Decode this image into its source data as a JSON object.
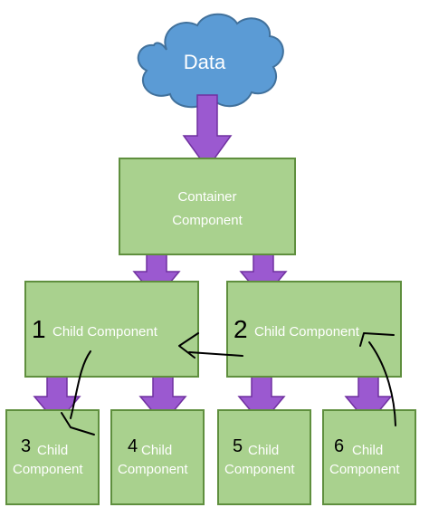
{
  "cloud": {
    "label": "Data",
    "fill": "#5b9bd5",
    "stroke": "#41719c"
  },
  "container": {
    "line1": "Container",
    "line2": "Component"
  },
  "children": [
    {
      "number": "1",
      "label": "Child Component"
    },
    {
      "number": "2",
      "label": "Child Component"
    },
    {
      "number": "3",
      "label_line1": "Child",
      "label_line2": "Component"
    },
    {
      "number": "4",
      "label_line1": "Child",
      "label_line2": "Component"
    },
    {
      "number": "5",
      "label_line1": "Child",
      "label_line2": "Component"
    },
    {
      "number": "6",
      "label_line1": "Child",
      "label_line2": "Component"
    }
  ],
  "colors": {
    "box_fill": "#a9d18e",
    "box_stroke": "#5f8f3e",
    "arrow_fill": "#9b59d0",
    "arrow_stroke": "#7030a0",
    "handdrawn": "#000000"
  }
}
